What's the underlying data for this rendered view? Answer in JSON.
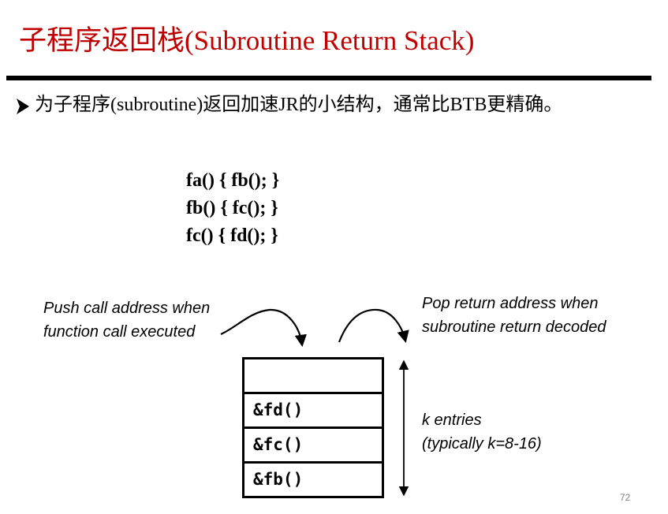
{
  "slide": {
    "title": "子程序返回栈(Subroutine Return Stack)",
    "bullet": "为子程序(subroutine)返回加速JR的小结构，通常比BTB更精确。",
    "code_lines": [
      "fa() { fb(); }",
      "fb() { fc(); }",
      "fc() { fd(); }"
    ],
    "push_note": [
      "Push call address when",
      "function call executed"
    ],
    "pop_note": [
      "Pop return address when",
      "subroutine return decoded"
    ],
    "stack_entries": [
      "",
      "&fd()",
      "&fc()",
      "&fb()"
    ],
    "size_note": [
      "k entries",
      "(typically k=8-16)"
    ],
    "page_number": "72"
  }
}
